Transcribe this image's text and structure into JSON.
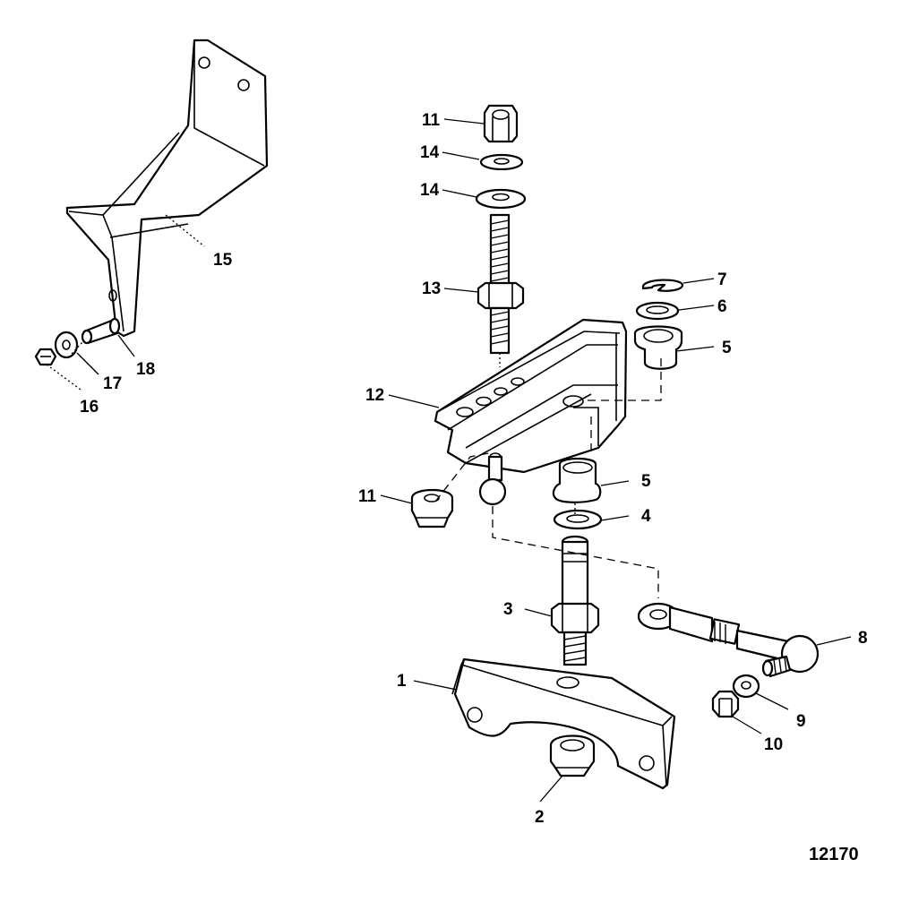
{
  "callouts": {
    "c1": "1",
    "c2": "2",
    "c3": "3",
    "c4": "4",
    "c5a": "5",
    "c5b": "5",
    "c6": "6",
    "c7": "7",
    "c8": "8",
    "c9": "9",
    "c10": "10",
    "c11a": "11",
    "c11b": "11",
    "c12": "12",
    "c13": "13",
    "c14a": "14",
    "c14b": "14",
    "c15": "15",
    "c16": "16",
    "c17": "17",
    "c18": "18"
  },
  "figure_number": "12170"
}
